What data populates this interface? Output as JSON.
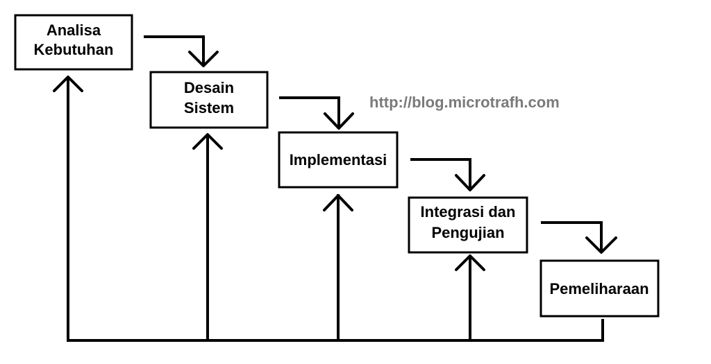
{
  "steps": [
    {
      "lines": [
        "Analisa",
        "Kebutuhan"
      ]
    },
    {
      "lines": [
        "Desain",
        "Sistem"
      ]
    },
    {
      "lines": [
        "Implementasi"
      ]
    },
    {
      "lines": [
        "Integrasi dan",
        "Pengujian"
      ]
    },
    {
      "lines": [
        "Pemeliharaan"
      ]
    }
  ],
  "watermark": "http://blog.microtrafh.com",
  "colors": {
    "line": "#000000",
    "watermark": "#7a7a7a"
  }
}
